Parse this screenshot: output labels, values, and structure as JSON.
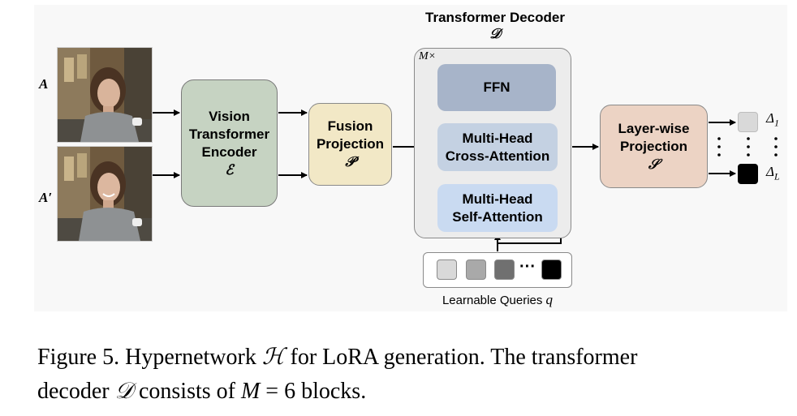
{
  "labels": {
    "a": "A",
    "a_prime": "A′"
  },
  "blocks": {
    "vit": {
      "line1": "Vision",
      "line2": "Transformer",
      "line3": "Encoder",
      "symbol": "ℰ"
    },
    "fusion": {
      "line1": "Fusion",
      "line2": "Projection",
      "symbol": "𝒫"
    },
    "decoder": {
      "title": "Transformer Decoder",
      "symbol": "𝒟",
      "repeat": "M×"
    },
    "ffn": {
      "label": "FFN"
    },
    "mhca": {
      "line1": "Multi-Head",
      "line2": "Cross-Attention"
    },
    "mhsa": {
      "line1": "Multi-Head",
      "line2": "Self-Attention"
    },
    "layerwise": {
      "line1": "Layer-wise",
      "line2": "Projection",
      "symbol": "𝒮"
    }
  },
  "queries": {
    "label": "Learnable Queries",
    "symbol": "q",
    "ellipsis": "···",
    "colors": [
      "#d9d9d9",
      "#a9a9a9",
      "#707070",
      "#000000"
    ]
  },
  "outputs": {
    "delta_1": "Δ",
    "delta_1_sub": "1",
    "delta_L": "Δ",
    "delta_L_sub": "L",
    "colors": [
      "#d9d9d9",
      "#000000"
    ]
  },
  "caption": {
    "prefix": "Figure 5. Hypernetwork ",
    "H": "ℋ",
    "mid1": " for LoRA generation. The transformer",
    "line2_start": "decoder ",
    "D": "𝒟",
    "mid2": " consists of ",
    "M": "M",
    "eq": " = 6 blocks."
  }
}
